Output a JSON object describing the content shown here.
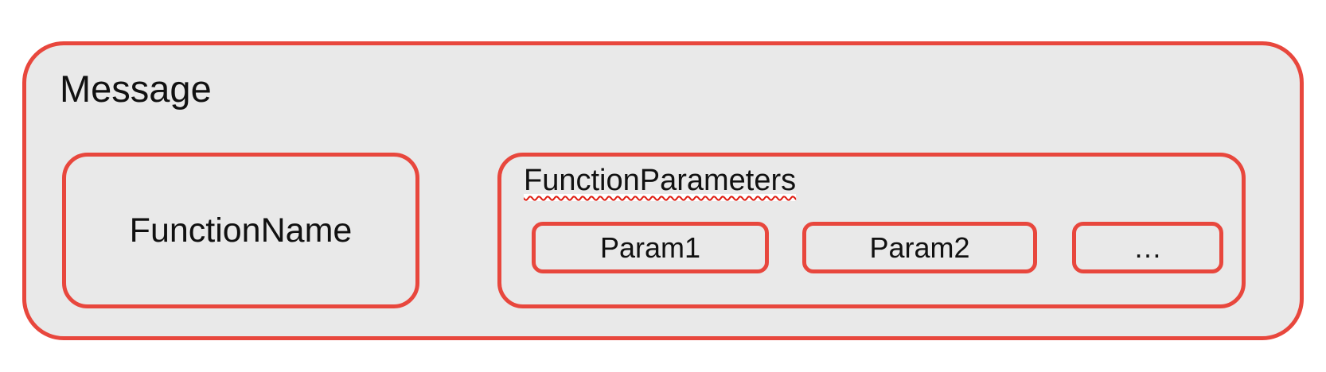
{
  "diagram": {
    "colors": {
      "box_fill": "#e9e9e9",
      "box_border": "#e8473d",
      "squiggle_underline": "#df1d12",
      "text": "#111111",
      "page_background": "#ffffff"
    },
    "message": {
      "label": "Message"
    },
    "function_name": {
      "label": "FunctionName"
    },
    "function_parameters": {
      "label": "FunctionParameters",
      "params": [
        {
          "label": "Param1"
        },
        {
          "label": "Param2"
        },
        {
          "label": "…"
        }
      ]
    }
  }
}
